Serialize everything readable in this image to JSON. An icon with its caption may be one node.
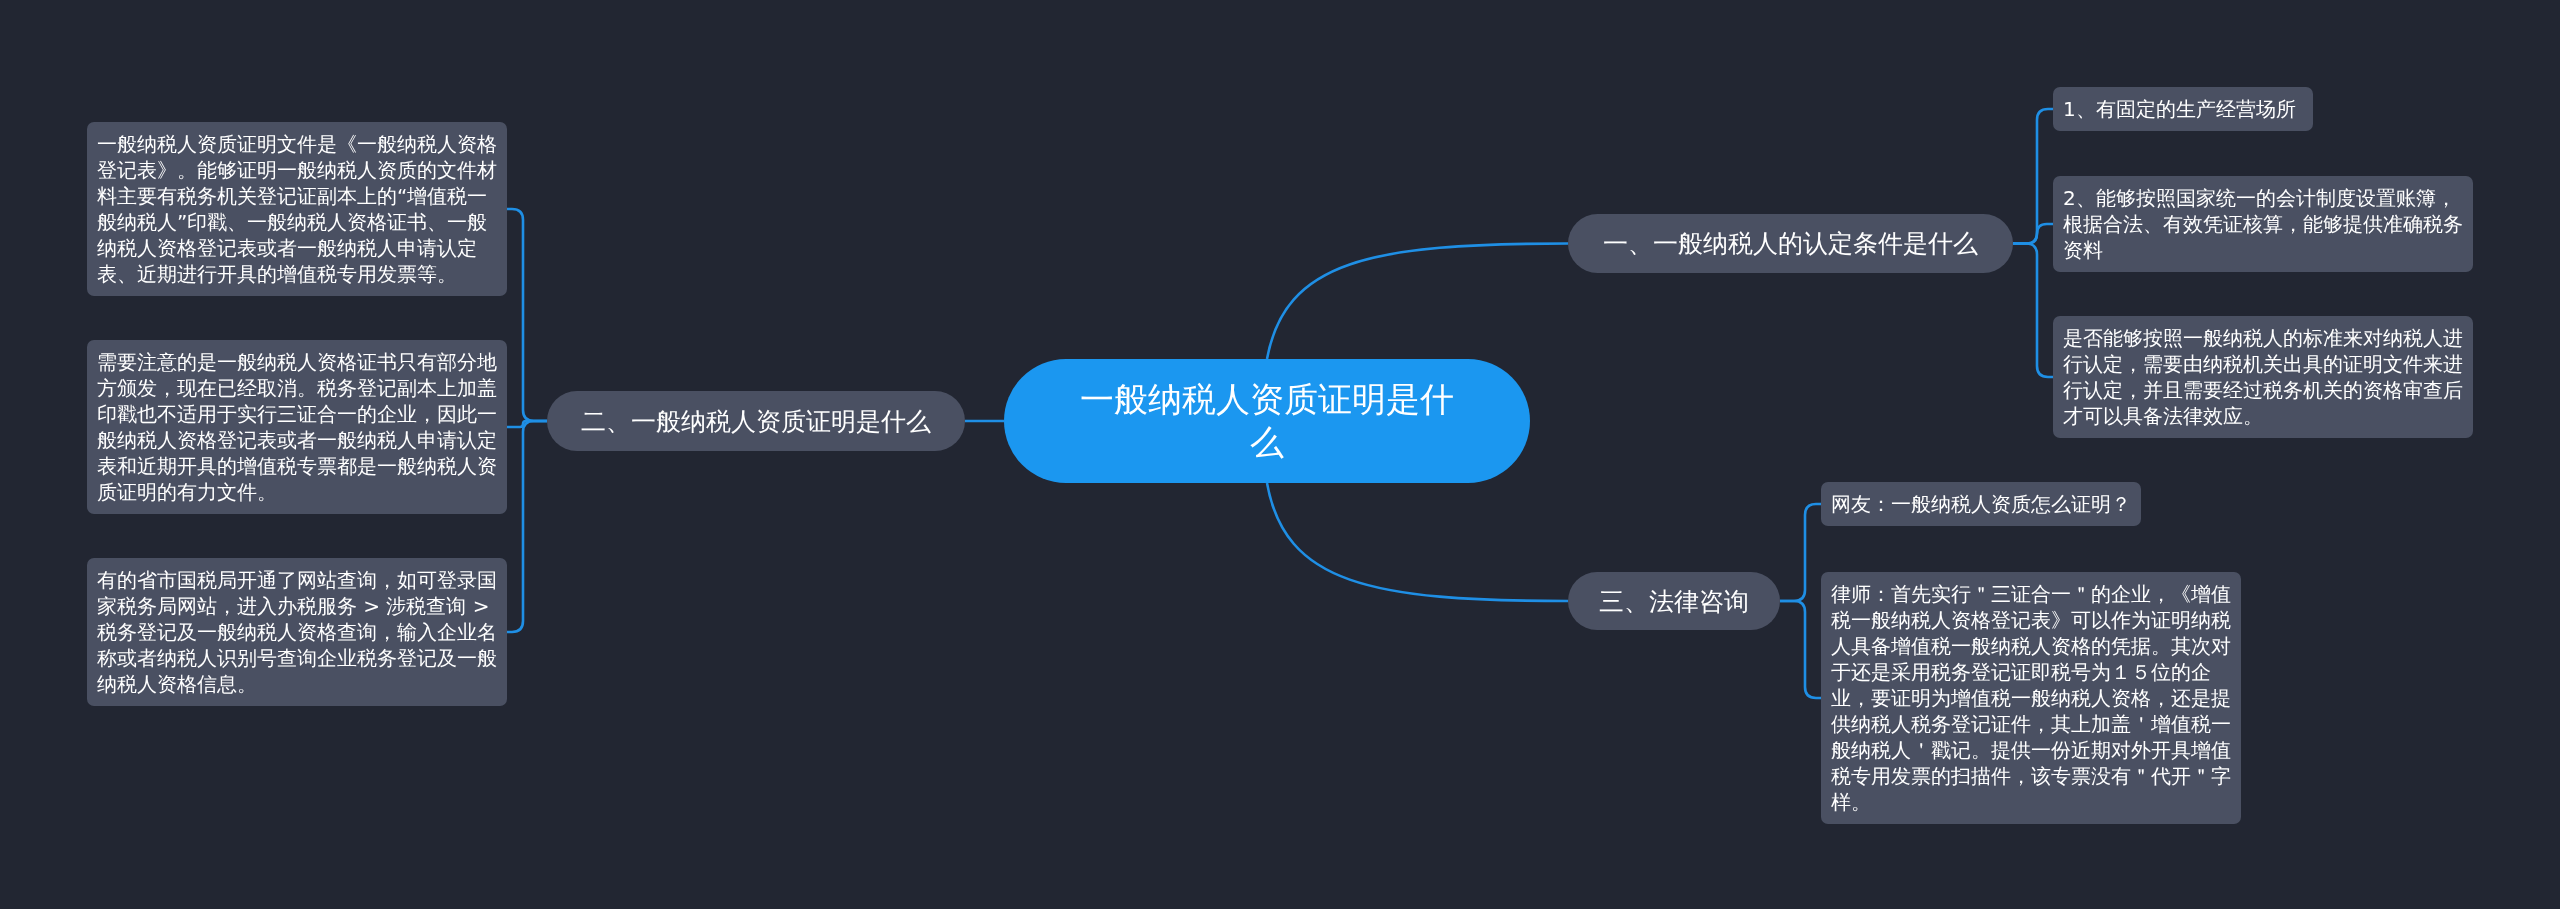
{
  "diagram": {
    "nodes": [
      {
        "text": [
          "一般纳税人资质证明是什么"
        ]
      },
      {
        "text": [
          "一、一般纳税人的认定条件是什么"
        ]
      },
      {
        "text": [
          "1、有固定的生产经营场所"
        ]
      },
      {
        "text": [
          "2、能够按照国家统一的会计制度设置账簿，根据合法、有效凭证核算，能够提供准确税务资料"
        ]
      },
      {
        "text": [
          "是否能够按照一般纳税人的标准来对纳税人进行认定，需要由纳税机关出具的证明文件来进行认定，并且需要经过税务机关的资格审查后才可以具备法律效应。"
        ]
      },
      {
        "text": [
          "二、一般纳税人资质证明是什么"
        ]
      },
      {
        "text": [
          "一般纳税人资质证明文件是《一般纳税人资格登记表》。能够证明一般纳税人资质的文件材料主要有税务机关登记证副本上的“增值税一般纳税人”印戳、一般纳税人资格证书、一般纳税人资格登记表或者一般纳税人申请认定表、近期进行开具的增值税专用发票等。"
        ]
      },
      {
        "text": [
          "需要注意的是一般纳税人资格证书只有部分地方颁发，现在已经取消。税务登记副本上加盖印戳也不适用于实行三证合一的企业，因此一般纳税人资格登记表或者一般纳税人申请认定表和近期开具的增值税专票都是一般纳税人资质证明的有力文件。"
        ]
      },
      {
        "text": [
          "有的省市国税局开通了网站查询，如可登录国家税务局网站，进入办税服务 > 涉税查询 > 税务登记及一般纳税人资格查询，输入企业名称或者纳税人识别号查询企业税务登记及一般纳税人资格信息。"
        ]
      },
      {
        "text": [
          "三、法律咨询"
        ]
      },
      {
        "text": [
          "网友：一般纳税人资质怎么证明？"
        ]
      },
      {
        "text": [
          "律师：首先实行＂三证合一＂的企业，《增值税一般纳税人资格登记表》可以作为证明纳税人具备增值税一般纳税人资格的凭据。其次对于还是采用税务登记证即税号为１５位的企业，要证明为增值税一般纳税人资格，还是提供纳税人税务登记证件，其上加盖＇增值税一般纳税人＇戳记。提供一份近期对外开具增值税专用发票的扫描件，该专票没有＂代开＂字样。"
        ]
      }
    ],
    "edges": [
      {
        "from": 0,
        "to": 1,
        "arrow": "none"
      },
      {
        "from": 1,
        "to": 2,
        "arrow": "none"
      },
      {
        "from": 1,
        "to": 3,
        "arrow": "none"
      },
      {
        "from": 1,
        "to": 4,
        "arrow": "none"
      },
      {
        "from": 0,
        "to": 5,
        "arrow": "none"
      },
      {
        "from": 5,
        "to": 6,
        "arrow": "none"
      },
      {
        "from": 5,
        "to": 7,
        "arrow": "none"
      },
      {
        "from": 5,
        "to": 8,
        "arrow": "none"
      },
      {
        "from": 0,
        "to": 9,
        "arrow": "none"
      },
      {
        "from": 9,
        "to": 10,
        "arrow": "none"
      },
      {
        "from": 9,
        "to": 11,
        "arrow": "none"
      }
    ]
  }
}
